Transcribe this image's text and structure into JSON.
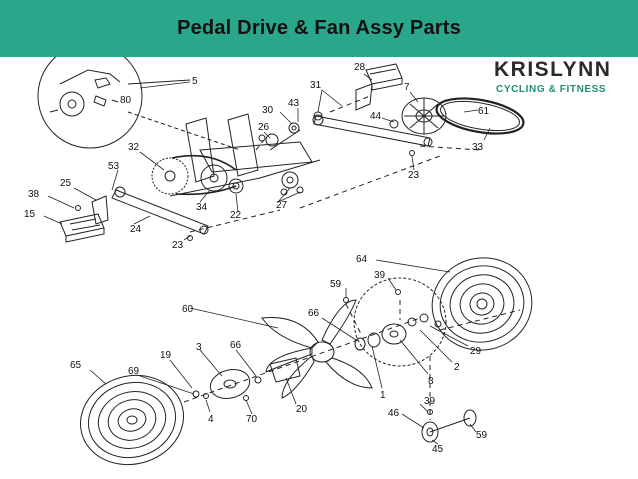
{
  "header": {
    "title": "Pedal Drive & Fan Assy Parts",
    "bg_color": "#2aa78a"
  },
  "brand": {
    "name": "KRISLYNN",
    "tagline": "CYCLING & FITNESS",
    "accent": "#1f8f76"
  },
  "diagram": {
    "callouts": [
      {
        "id": "c5",
        "text": "5"
      },
      {
        "id": "c80",
        "text": "80"
      },
      {
        "id": "c28",
        "text": "28"
      },
      {
        "id": "c31",
        "text": "31"
      },
      {
        "id": "c7",
        "text": "7"
      },
      {
        "id": "c61",
        "text": "61"
      },
      {
        "id": "c33",
        "text": "33"
      },
      {
        "id": "c30",
        "text": "30"
      },
      {
        "id": "c43",
        "text": "43"
      },
      {
        "id": "c44",
        "text": "44"
      },
      {
        "id": "c26",
        "text": "26"
      },
      {
        "id": "c32",
        "text": "32"
      },
      {
        "id": "c53",
        "text": "53"
      },
      {
        "id": "c25",
        "text": "25"
      },
      {
        "id": "c38",
        "text": "38"
      },
      {
        "id": "c15",
        "text": "15"
      },
      {
        "id": "c34",
        "text": "34"
      },
      {
        "id": "c22",
        "text": "22"
      },
      {
        "id": "c27",
        "text": "27"
      },
      {
        "id": "c24",
        "text": "24"
      },
      {
        "id": "c23a",
        "text": "23"
      },
      {
        "id": "c23b",
        "text": "23"
      },
      {
        "id": "c64",
        "text": "64"
      },
      {
        "id": "c59a",
        "text": "59"
      },
      {
        "id": "c39a",
        "text": "39"
      },
      {
        "id": "c60",
        "text": "60"
      },
      {
        "id": "c66a",
        "text": "66"
      },
      {
        "id": "c29",
        "text": "29"
      },
      {
        "id": "c2",
        "text": "2"
      },
      {
        "id": "c8",
        "text": "8"
      },
      {
        "id": "c1",
        "text": "1"
      },
      {
        "id": "c65",
        "text": "65"
      },
      {
        "id": "c19",
        "text": "19"
      },
      {
        "id": "c3",
        "text": "3"
      },
      {
        "id": "c66b",
        "text": "66"
      },
      {
        "id": "c69",
        "text": "69"
      },
      {
        "id": "c4",
        "text": "4"
      },
      {
        "id": "c20",
        "text": "20"
      },
      {
        "id": "c70",
        "text": "70"
      },
      {
        "id": "c39b",
        "text": "39"
      },
      {
        "id": "c46",
        "text": "46"
      },
      {
        "id": "c59b",
        "text": "59"
      },
      {
        "id": "c45",
        "text": "45"
      }
    ]
  }
}
